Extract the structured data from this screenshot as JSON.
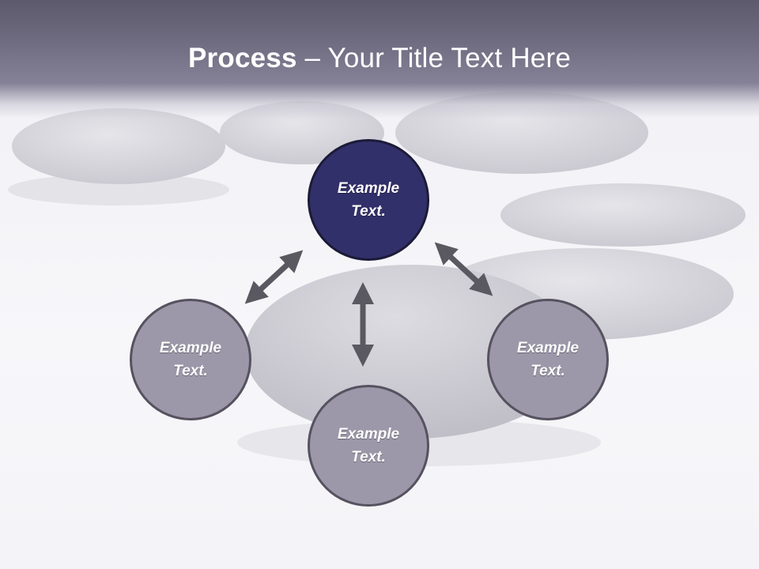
{
  "title": {
    "bold": "Process",
    "rest": " – Your Title Text Here"
  },
  "colors": {
    "header": "#6f6b80",
    "center_circle": "#32306a",
    "outer_circle": "#9c98a9",
    "arrow": "#5a5860"
  },
  "nodes": {
    "top": {
      "line1": "Example",
      "line2": "Text."
    },
    "left": {
      "line1": "Example",
      "line2": "Text."
    },
    "right": {
      "line1": "Example",
      "line2": "Text."
    },
    "bottom": {
      "line1": "Example",
      "line2": "Text."
    }
  },
  "connectors": [
    {
      "from": "top",
      "to": "left",
      "type": "double-arrow"
    },
    {
      "from": "top",
      "to": "right",
      "type": "double-arrow"
    },
    {
      "from": "top",
      "to": "bottom",
      "type": "double-arrow"
    }
  ]
}
